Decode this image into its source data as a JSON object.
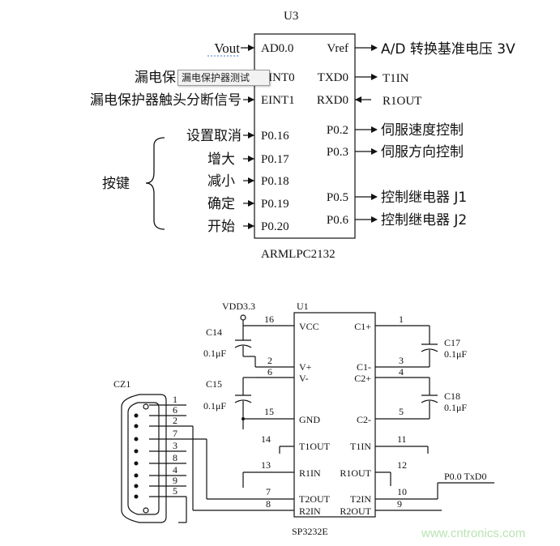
{
  "u3": {
    "ref": "U3",
    "part": "ARMLPC2132",
    "left_pins": [
      "AD0.0",
      "EINT0",
      "EINT1",
      "P0.16",
      "P0.17",
      "P0.18",
      "P0.19",
      "P0.20"
    ],
    "right_pins": [
      "Vref",
      "TXD0",
      "RXD0",
      "P0.2",
      "P0.3",
      "P0.5",
      "P0.6"
    ],
    "left_signals": [
      "Vout",
      "漏电保",
      "漏电保护器触头分断信号",
      "设置取消",
      "增大",
      "减小",
      "确定",
      "开始"
    ],
    "right_signals": [
      "A/D 转换基准电压 3V",
      "T1IN",
      "R1OUT",
      "伺服速度控制",
      "伺服方向控制",
      "控制继电器 J1",
      "控制继电器 J2"
    ],
    "group_label": "按键"
  },
  "tooltip": {
    "text": "漏电保护器测试"
  },
  "u1": {
    "ref": "U1",
    "part": "SP3232E",
    "left_pins": [
      {
        "num": "16",
        "name": "VCC"
      },
      {
        "num": "2",
        "name": "V+"
      },
      {
        "num": "6",
        "name": "V-"
      },
      {
        "num": "15",
        "name": "GND"
      },
      {
        "num": "14",
        "name": "T1OUT"
      },
      {
        "num": "13",
        "name": "R1IN"
      },
      {
        "num": "7",
        "name": "T2OUT"
      },
      {
        "num": "8",
        "name": "R2IN"
      }
    ],
    "right_pins": [
      {
        "num": "1",
        "name": "C1+"
      },
      {
        "num": "3",
        "name": "C1-"
      },
      {
        "num": "4",
        "name": "C2+"
      },
      {
        "num": "5",
        "name": "C2-"
      },
      {
        "num": "11",
        "name": "T1IN"
      },
      {
        "num": "12",
        "name": "R1OUT"
      },
      {
        "num": "10",
        "name": "T2IN"
      },
      {
        "num": "9",
        "name": "R2OUT"
      }
    ]
  },
  "power": {
    "label": "VDD3.3"
  },
  "caps": [
    {
      "ref": "C14",
      "value": "0.1μF"
    },
    {
      "ref": "C15",
      "value": "0.1μF"
    },
    {
      "ref": "C17",
      "value": "0.1μF"
    },
    {
      "ref": "C18",
      "value": "0.1μF"
    }
  ],
  "connector": {
    "ref": "CZ1",
    "pins": [
      "1",
      "6",
      "2",
      "7",
      "3",
      "8",
      "4",
      "9",
      "5"
    ]
  },
  "net_label": "P0.0  TxD0",
  "watermark": "www.cntronics.com"
}
